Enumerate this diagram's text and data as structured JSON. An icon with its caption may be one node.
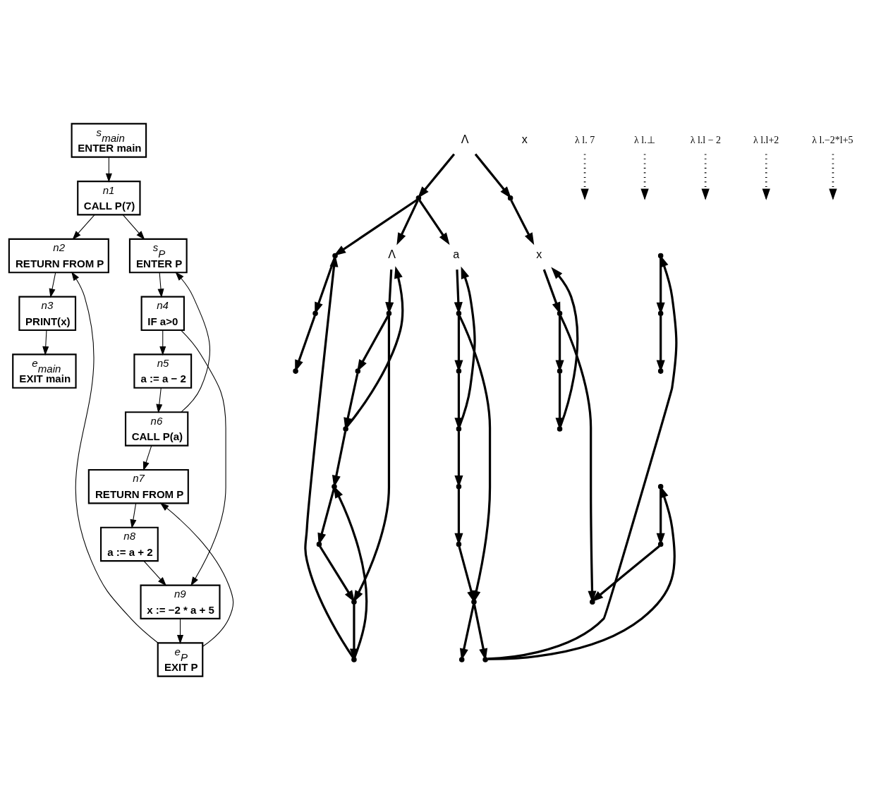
{
  "diagram": {
    "nodes": [
      {
        "text": [
          "s$_{main}$",
          "ENTER main"
        ]
      },
      {
        "text": [
          "n1",
          "CALL P(7)"
        ]
      },
      {
        "text": [
          "n2",
          "RETURN FROM P"
        ]
      },
      {
        "text": [
          "n3",
          "PRINT(x)"
        ]
      },
      {
        "text": [
          "e$_{main}$",
          "EXIT main"
        ]
      },
      {
        "text": [
          "s$_{P}$",
          "ENTER P"
        ]
      },
      {
        "text": [
          "n4",
          "IF a>0"
        ]
      },
      {
        "text": [
          "n5",
          "a := a − 2"
        ]
      },
      {
        "text": [
          "n6",
          "CALL P(a)"
        ]
      },
      {
        "text": [
          "n7",
          "RETURN FROM P"
        ]
      },
      {
        "text": [
          "n8",
          "a := a + 2"
        ]
      },
      {
        "text": [
          "n9",
          "x := −2 * a + 5"
        ]
      },
      {
        "text": [
          "e$_{P}$",
          "EXIT P"
        ]
      },
      {
        "text": [
          "Λ"
        ]
      },
      {
        "text": [
          "x"
        ]
      },
      {
        "text": [],
        "shape": "circle"
      },
      {
        "text": [],
        "shape": "circle"
      },
      {
        "text": [],
        "shape": "circle"
      },
      {
        "text": [],
        "shape": "circle"
      },
      {
        "text": [],
        "shape": "circle"
      },
      {
        "text": [],
        "shape": "circle"
      },
      {
        "text": [],
        "shape": "circle"
      },
      {
        "text": [],
        "shape": "circle"
      },
      {
        "text": [
          "Λ"
        ]
      },
      {
        "text": [
          "a"
        ]
      },
      {
        "text": [
          "x"
        ]
      },
      {
        "text": [],
        "shape": "circle"
      },
      {
        "text": [],
        "shape": "circle"
      },
      {
        "text": [],
        "shape": "circle"
      },
      {
        "text": [],
        "shape": "circle"
      },
      {
        "text": [],
        "shape": "circle"
      },
      {
        "text": [],
        "shape": "circle"
      },
      {
        "text": [],
        "shape": "circle"
      },
      {
        "text": [],
        "shape": "circle"
      },
      {
        "text": [],
        "shape": "circle"
      },
      {
        "text": [],
        "shape": "circle"
      },
      {
        "text": [],
        "shape": "circle"
      },
      {
        "text": [],
        "shape": "circle"
      },
      {
        "text": [],
        "shape": "circle"
      },
      {
        "text": [],
        "shape": "circle"
      },
      {
        "text": [],
        "shape": "circle"
      },
      {
        "text": [],
        "shape": "circle"
      },
      {
        "text": [],
        "shape": "circle"
      },
      {
        "text": [],
        "shape": "circle"
      },
      {
        "text": [],
        "shape": "circle"
      },
      {
        "text": [],
        "shape": "circle"
      },
      {
        "text": [],
        "shape": "circle"
      },
      {
        "text": [
          "λ l. 7"
        ]
      },
      {
        "text": [
          "λ l.⊥"
        ]
      },
      {
        "text": [
          "λ l.l − 2"
        ]
      },
      {
        "text": [
          "λ l.l+2"
        ]
      },
      {
        "text": [
          "λ l.−2*l+5"
        ]
      }
    ],
    "edges": [
      {
        "from": 0,
        "to": 1,
        "arrow": "to"
      },
      {
        "from": 1,
        "to": 2,
        "arrow": "to"
      },
      {
        "from": 2,
        "to": 3,
        "arrow": "to"
      },
      {
        "from": 3,
        "to": 4,
        "arrow": "to"
      },
      {
        "from": 1,
        "to": 5,
        "arrow": "to"
      },
      {
        "from": 12,
        "to": 2,
        "arrow": "to"
      },
      {
        "from": 5,
        "to": 6,
        "arrow": "to"
      },
      {
        "from": 6,
        "to": 7,
        "arrow": "to"
      },
      {
        "from": 6,
        "to": 11,
        "arrow": "to"
      },
      {
        "from": 7,
        "to": 8,
        "arrow": "to"
      },
      {
        "from": 8,
        "to": 9,
        "arrow": "to"
      },
      {
        "from": 8,
        "to": 5,
        "arrow": "to"
      },
      {
        "from": 12,
        "to": 9,
        "arrow": "to"
      },
      {
        "from": 9,
        "to": 10,
        "arrow": "to"
      },
      {
        "from": 10,
        "to": 11,
        "arrow": "to"
      },
      {
        "from": 11,
        "to": 12,
        "arrow": "to"
      },
      {
        "from": 13,
        "to": 15,
        "arrow": "to"
      },
      {
        "from": 13,
        "to": 16,
        "arrow": "to"
      },
      {
        "from": 15,
        "to": 17,
        "arrow": "to"
      },
      {
        "from": 17,
        "to": 19,
        "arrow": "to"
      },
      {
        "from": 18,
        "to": 20,
        "arrow": "to"
      },
      {
        "from": 19,
        "to": 21,
        "arrow": "to"
      },
      {
        "from": 20,
        "to": 22,
        "arrow": "to"
      },
      {
        "from": 15,
        "to": 23,
        "arrow": "to"
      },
      {
        "from": 15,
        "to": 24,
        "arrow": "to"
      },
      {
        "from": 16,
        "to": 25,
        "arrow": "to"
      },
      {
        "from": 44,
        "to": 17,
        "arrow": "to"
      },
      {
        "from": 46,
        "to": 18,
        "arrow": "to"
      },
      {
        "from": 23,
        "to": 26,
        "arrow": "to"
      },
      {
        "from": 24,
        "to": 27,
        "arrow": "to"
      },
      {
        "from": 25,
        "to": 28,
        "arrow": "to"
      },
      {
        "from": 26,
        "to": 29,
        "arrow": "to"
      },
      {
        "from": 27,
        "to": 30,
        "arrow": "to"
      },
      {
        "from": 28,
        "to": 31,
        "arrow": "to"
      },
      {
        "from": 26,
        "to": 41,
        "arrow": "to"
      },
      {
        "from": 27,
        "to": 42,
        "arrow": "to"
      },
      {
        "from": 28,
        "to": 43,
        "arrow": "to"
      },
      {
        "from": 29,
        "to": 32,
        "arrow": "to"
      },
      {
        "from": 30,
        "to": 33,
        "arrow": "to"
      },
      {
        "from": 31,
        "to": 34,
        "arrow": "to"
      },
      {
        "from": 32,
        "to": 35,
        "arrow": "to"
      },
      {
        "from": 33,
        "to": 36,
        "arrow": "to"
      },
      {
        "from": 32,
        "to": 23,
        "arrow": "to"
      },
      {
        "from": 33,
        "to": 24,
        "arrow": "to"
      },
      {
        "from": 34,
        "to": 25,
        "arrow": "to"
      },
      {
        "from": 35,
        "to": 38,
        "arrow": "to"
      },
      {
        "from": 36,
        "to": 39,
        "arrow": "to"
      },
      {
        "from": 37,
        "to": 40,
        "arrow": "to"
      },
      {
        "from": 38,
        "to": 41,
        "arrow": "to"
      },
      {
        "from": 39,
        "to": 42,
        "arrow": "to"
      },
      {
        "from": 40,
        "to": 43,
        "arrow": "to"
      },
      {
        "from": 41,
        "to": 44,
        "arrow": "to"
      },
      {
        "from": 42,
        "to": 45,
        "arrow": "to"
      },
      {
        "from": 42,
        "to": 46,
        "arrow": "to"
      },
      {
        "from": 44,
        "to": 35,
        "arrow": "to"
      },
      {
        "from": 46,
        "to": 37,
        "arrow": "to"
      },
      {
        "from": 47,
        "to": null,
        "arrow": "to",
        "style": "dashed"
      },
      {
        "from": 48,
        "to": null,
        "arrow": "to",
        "style": "dashed"
      },
      {
        "from": 49,
        "to": null,
        "arrow": "to",
        "style": "dashed"
      },
      {
        "from": 50,
        "to": null,
        "arrow": "to",
        "style": "dashed"
      },
      {
        "from": 51,
        "to": null,
        "arrow": "to",
        "style": "dashed"
      }
    ]
  }
}
